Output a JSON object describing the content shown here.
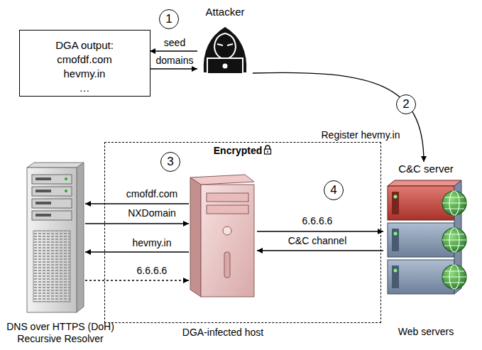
{
  "diagram": {
    "nodes": [
      {
        "text": [
          "DGA output:",
          "cmofdf.com hevmy.in …"
        ]
      },
      {
        "text": [
          "Attacker"
        ]
      },
      {
        "text": [
          "Encrypted"
        ]
      },
      {
        "text": [
          "DNS over HTTPS (DoH) Recursive Resolver"
        ]
      },
      {
        "text": [
          "DGA-infected host"
        ],
        "in": 2
      },
      {
        "text": [
          "C&C server",
          "Web servers"
        ]
      }
    ],
    "edges": [
      {
        "from": 1,
        "to": 0,
        "label": "seed",
        "arrow": "to"
      },
      {
        "from": 0,
        "to": 1,
        "label": "domains",
        "arrow": "to"
      },
      {
        "from": 1,
        "to": 5,
        "label": "Register hevmy.in",
        "arrow": "to"
      },
      {
        "from": 4,
        "to": 3,
        "label": "cmofdf.com",
        "arrow": "to"
      },
      {
        "from": 3,
        "to": 4,
        "label": "NXDomain",
        "arrow": "to"
      },
      {
        "from": 4,
        "to": 3,
        "label": "hevmy.in",
        "arrow": "to"
      },
      {
        "from": 3,
        "to": 4,
        "label": "6.6.6.6",
        "arrow": "to"
      },
      {
        "from": 4,
        "to": 5,
        "label": "6.6.6.6",
        "arrow": "to"
      },
      {
        "from": 5,
        "to": 4,
        "label": "C&C channel",
        "arrow": "to"
      }
    ],
    "labels": [
      "1",
      "2",
      "3",
      "4"
    ]
  }
}
